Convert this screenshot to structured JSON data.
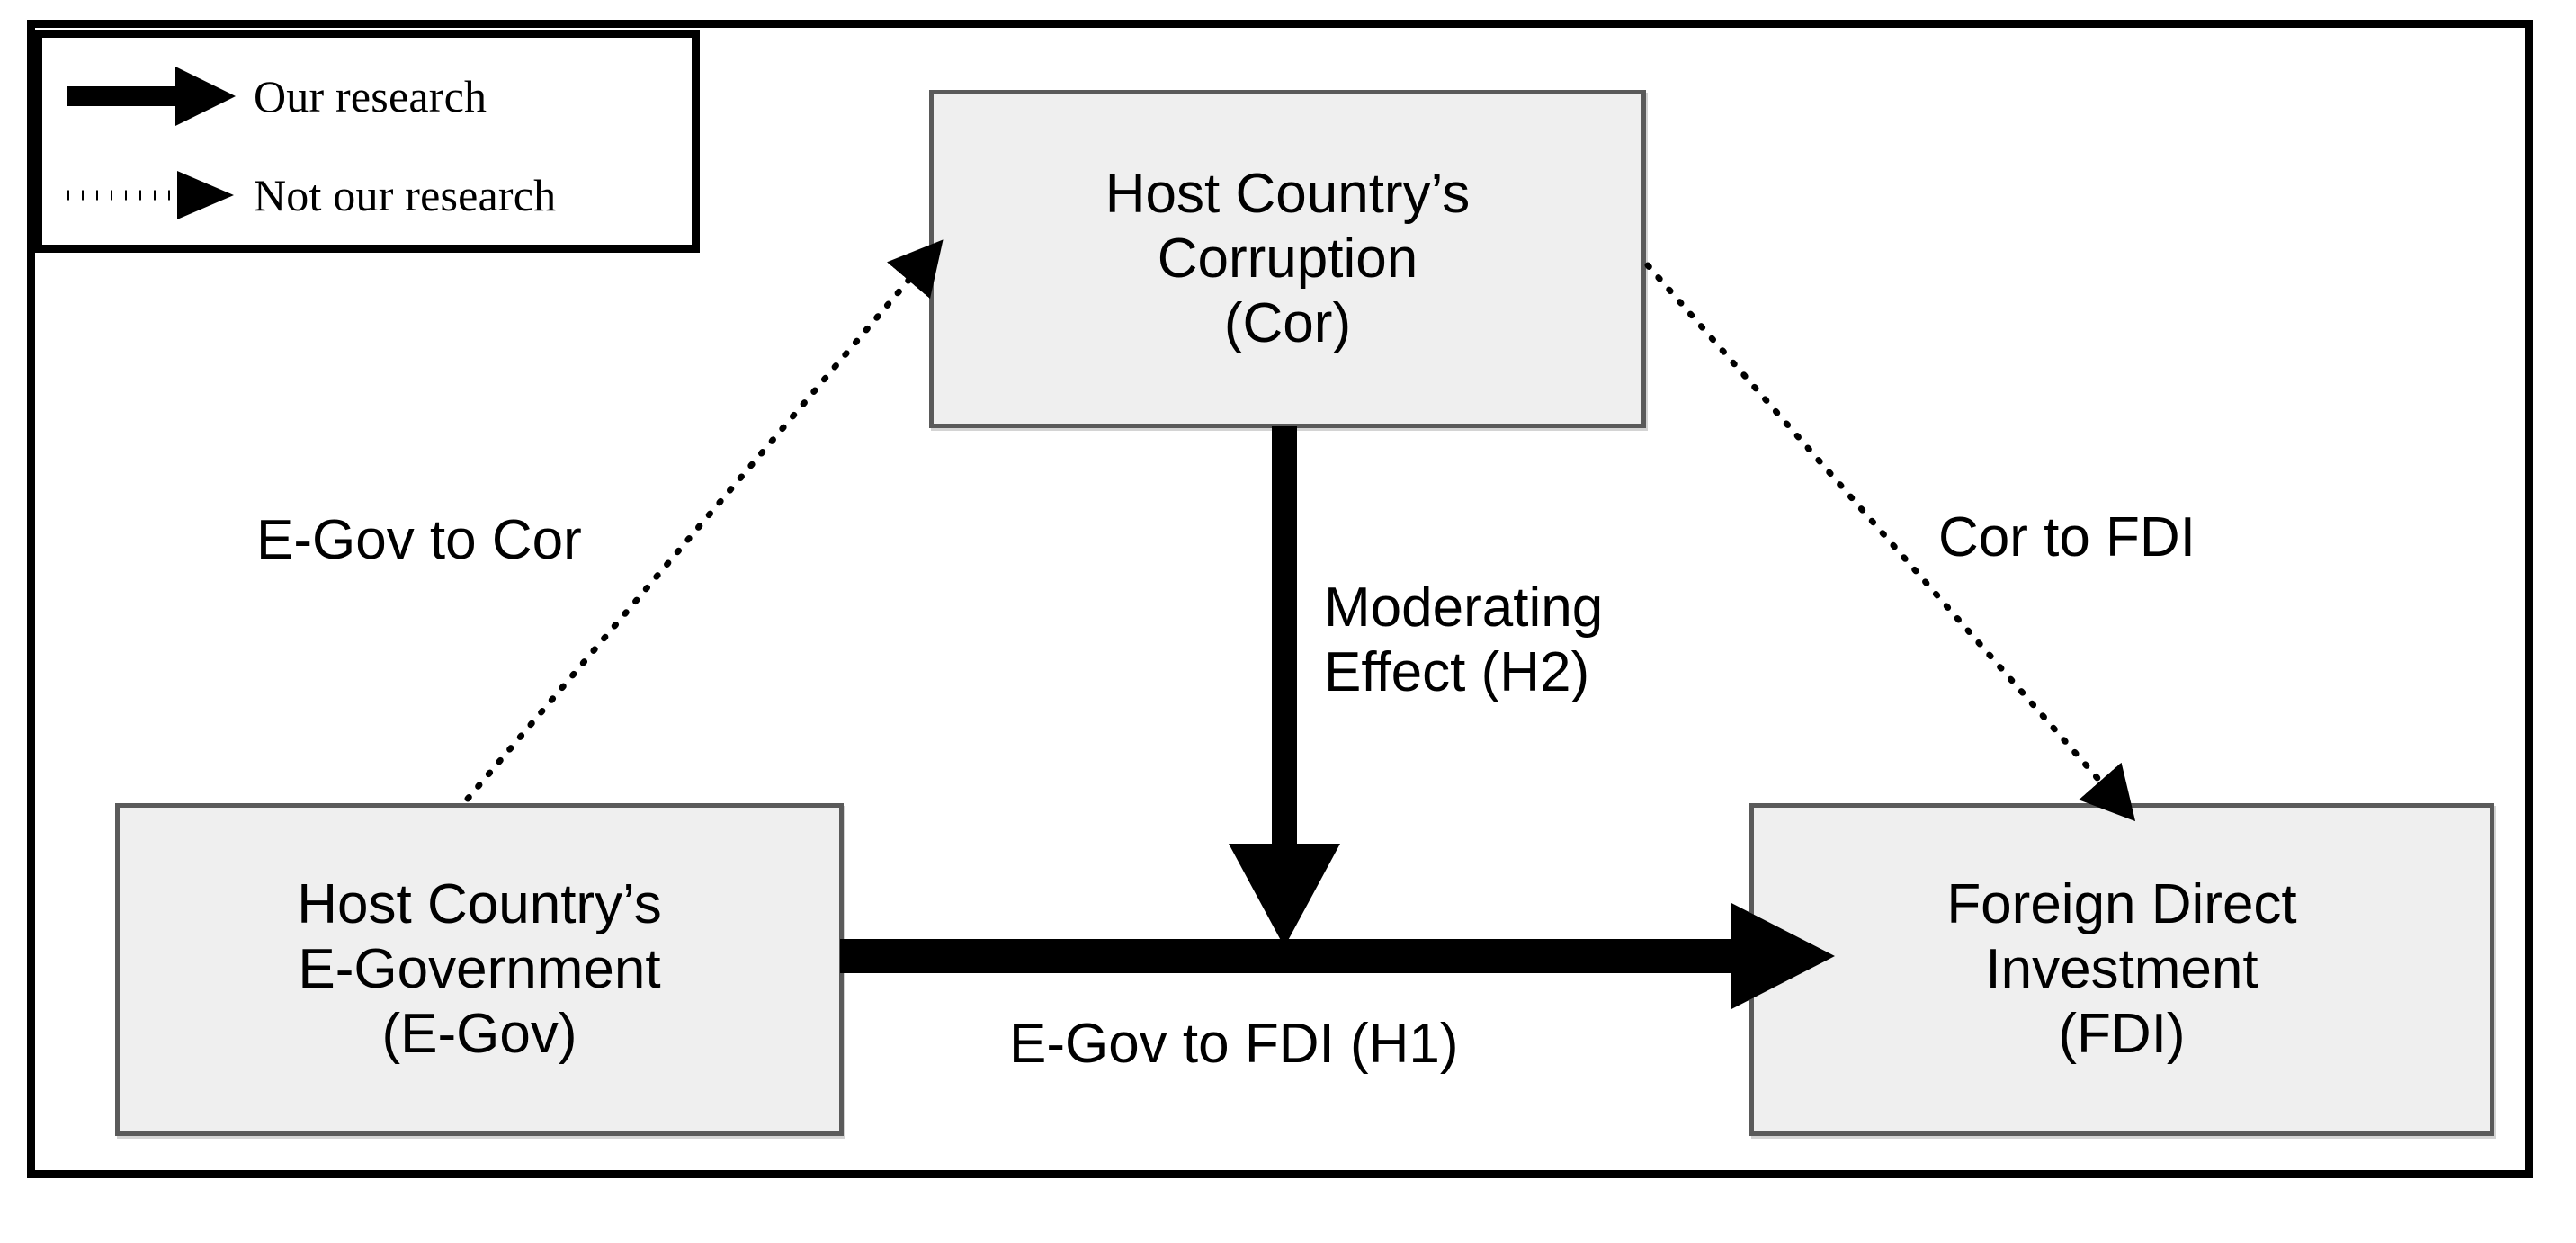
{
  "figure": {
    "type": "conceptual-research-model-diagram",
    "frame": {
      "border_color": "#000000"
    },
    "palette": {
      "box_fill": "#efefef",
      "box_border": "#5a5a5a",
      "arrow_solid": "#000000",
      "arrow_dotted": "#000000",
      "background": "#ffffff"
    }
  },
  "legend": {
    "items": [
      {
        "style": "solid-bold-arrow",
        "icon": "solid-arrow-icon",
        "label": "Our research"
      },
      {
        "style": "dotted-arrow",
        "icon": "dotted-arrow-icon",
        "label": "Not our research"
      }
    ]
  },
  "nodes": [
    {
      "id": "corruption",
      "lines": [
        "Host Country’s",
        "Corruption",
        "(Cor)"
      ]
    },
    {
      "id": "egovernment",
      "lines": [
        "Host Country’s",
        "E-Government",
        "(E-Gov)"
      ]
    },
    {
      "id": "fdi",
      "lines": [
        "Foreign Direct",
        "Investment",
        "(FDI)"
      ]
    }
  ],
  "edges": [
    {
      "id": "egov-to-cor",
      "from": "egovernment",
      "to": "corruption",
      "style": "dotted",
      "legend": "Not our research",
      "label": "E-Gov to Cor"
    },
    {
      "id": "cor-to-fdi",
      "from": "corruption",
      "to": "fdi",
      "style": "dotted",
      "legend": "Not our research",
      "label": "Cor to FDI"
    },
    {
      "id": "moderating-effect",
      "from": "corruption",
      "to": "egov-to-fdi",
      "style": "solid",
      "legend": "Our research",
      "label_lines": [
        "Moderating",
        "Effect (H2)"
      ]
    },
    {
      "id": "egov-to-fdi",
      "from": "egovernment",
      "to": "fdi",
      "style": "solid",
      "legend": "Our research",
      "label": "E-Gov to FDI (H1)"
    }
  ]
}
